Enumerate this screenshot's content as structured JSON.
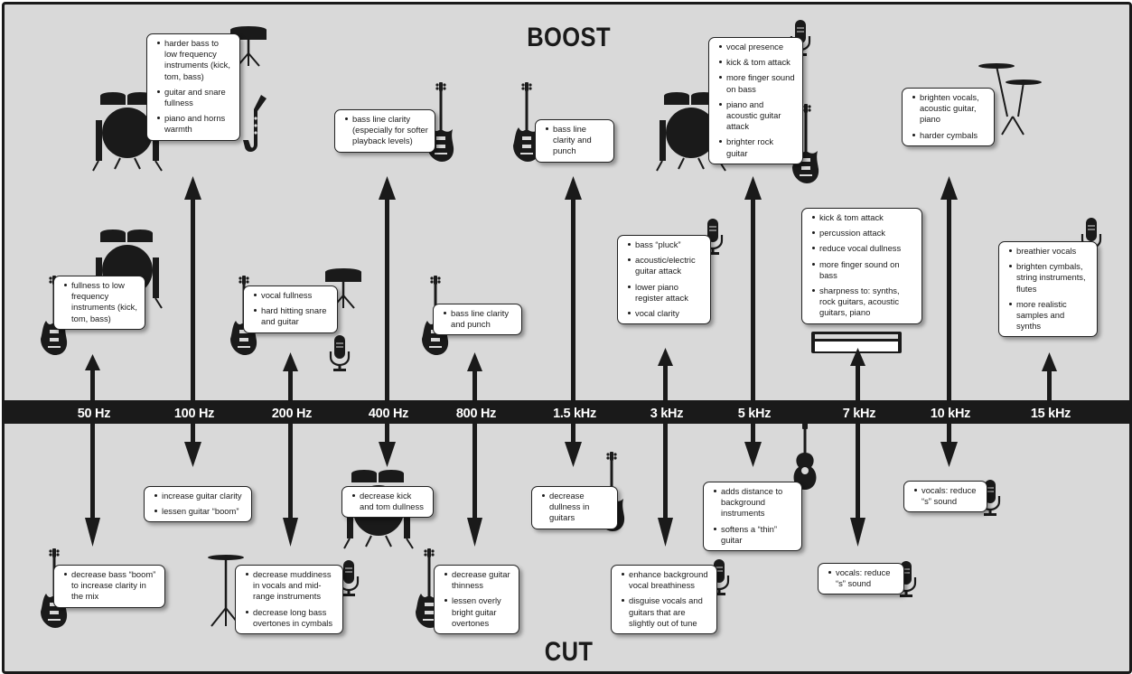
{
  "boost_label": "BOOST",
  "cut_label": "CUT",
  "frequencies": [
    "50 Hz",
    "100 Hz",
    "200 Hz",
    "400 Hz",
    "800 Hz",
    "1.5 kHz",
    "3 kHz",
    "5 kHz",
    "7 kHz",
    "10 kHz",
    "15 kHz"
  ],
  "boost": [
    {
      "freq": "50 Hz",
      "items": [
        "fullness to low frequency instruments (kick, tom, bass)"
      ]
    },
    {
      "freq": "100 Hz",
      "items": [
        "harder bass to low frequency instruments (kick, tom, bass)",
        "guitar and snare fullness",
        "piano and horns warmth"
      ]
    },
    {
      "freq": "200 Hz",
      "items": [
        "vocal fullness",
        "hard hitting snare and guitar"
      ]
    },
    {
      "freq": "400 Hz",
      "items": [
        "bass line clarity (especially for softer playback levels)"
      ]
    },
    {
      "freq": "800 Hz",
      "items": [
        "bass line clarity and punch"
      ]
    },
    {
      "freq": "1.5 kHz",
      "items": [
        "bass line clarity and punch"
      ]
    },
    {
      "freq": "3 kHz",
      "items": [
        "bass “pluck”",
        "acoustic/electric guitar attack",
        "lower piano register attack",
        "vocal clarity"
      ]
    },
    {
      "freq": "5 kHz",
      "items": [
        "vocal presence",
        "kick & tom attack",
        "more finger sound on bass",
        "piano and acoustic guitar attack",
        "brighter rock guitar"
      ]
    },
    {
      "freq": "7 kHz",
      "items": [
        "kick & tom attack",
        "percussion attack",
        "reduce vocal dullness",
        "more finger sound on bass",
        "sharpness to: synths, rock guitars, acoustic guitars, piano"
      ]
    },
    {
      "freq": "10 kHz",
      "items": [
        "brighten vocals, acoustic guitar, piano",
        "harder cymbals"
      ]
    },
    {
      "freq": "15 kHz",
      "items": [
        "breathier vocals",
        "brighten cymbals, string instruments, flutes",
        "more realistic samples and synths"
      ]
    }
  ],
  "cut": [
    {
      "freq": "50 Hz",
      "items": [
        "decrease bass “boom” to increase clarity in the mix"
      ]
    },
    {
      "freq": "100 Hz",
      "items": [
        "increase guitar clarity",
        "lessen guitar “boom”"
      ]
    },
    {
      "freq": "200 Hz",
      "items": [
        "decrease muddiness in vocals and mid-range instruments",
        "decrease long bass overtones in cymbals"
      ]
    },
    {
      "freq": "400 Hz",
      "items": [
        "decrease kick and tom dullness"
      ]
    },
    {
      "freq": "800 Hz",
      "items": [
        "decrease guitar thinness",
        "lessen overly bright guitar overtones"
      ]
    },
    {
      "freq": "1.5 kHz",
      "items": [
        "decrease dullness in guitars"
      ]
    },
    {
      "freq": "3 kHz",
      "items": [
        "enhance background vocal breathiness",
        "disguise vocals and guitars that are slightly out of tune"
      ]
    },
    {
      "freq": "5 kHz",
      "items": [
        "adds distance to background instruments",
        "softens a “thin” guitar"
      ]
    },
    {
      "freq": "7 kHz",
      "items": [
        "vocals: reduce “s” sound"
      ]
    },
    {
      "freq": "10 kHz",
      "items": [
        "vocals: reduce “s” sound"
      ]
    }
  ],
  "colors": {
    "background": "#d9d9d9",
    "bar": "#1a1a1a",
    "box": "#ffffff",
    "ink": "#1a1a1a"
  },
  "icons": [
    "drum-kit-icon",
    "snare-drum-icon",
    "saxophone-icon",
    "bass-guitar-icon",
    "electric-guitar-icon",
    "acoustic-guitar-icon",
    "microphone-icon",
    "keyboard-icon",
    "cymbal-stand-icon",
    "double-arrow-icon"
  ]
}
